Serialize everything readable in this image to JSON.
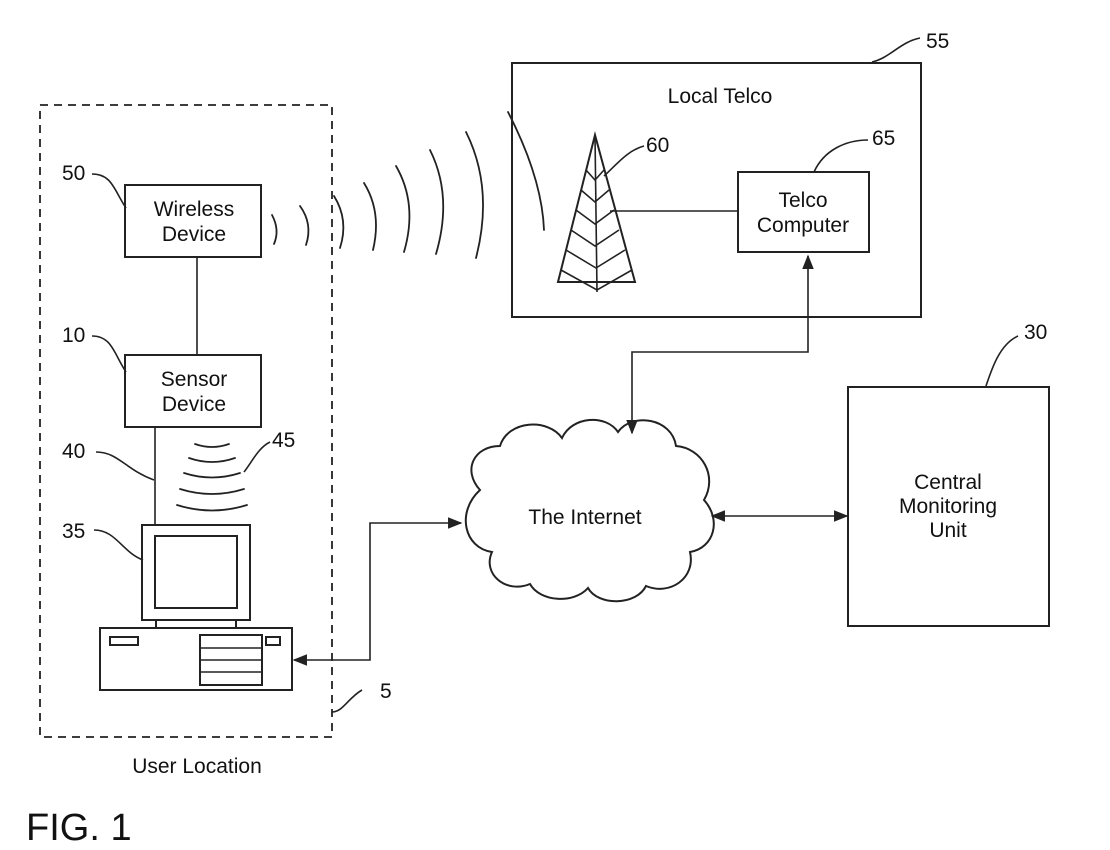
{
  "figure_label": "FIG. 1",
  "user_location": {
    "label": "User Location",
    "ref": "5"
  },
  "wireless_device": {
    "line1": "Wireless",
    "line2": "Device",
    "ref": "50"
  },
  "sensor_device": {
    "line1": "Sensor",
    "line2": "Device",
    "ref": "10"
  },
  "cable": {
    "ref": "40"
  },
  "wireless_signal": {
    "ref": "45"
  },
  "computer": {
    "ref": "35"
  },
  "local_telco": {
    "label": "Local Telco",
    "ref": "55"
  },
  "tower": {
    "ref": "60"
  },
  "telco_computer": {
    "line1": "Telco",
    "line2": "Computer",
    "ref": "65"
  },
  "internet": {
    "label": "The Internet"
  },
  "central_monitoring": {
    "line1": "Central",
    "line2": "Monitoring",
    "line3": "Unit",
    "ref": "30"
  }
}
